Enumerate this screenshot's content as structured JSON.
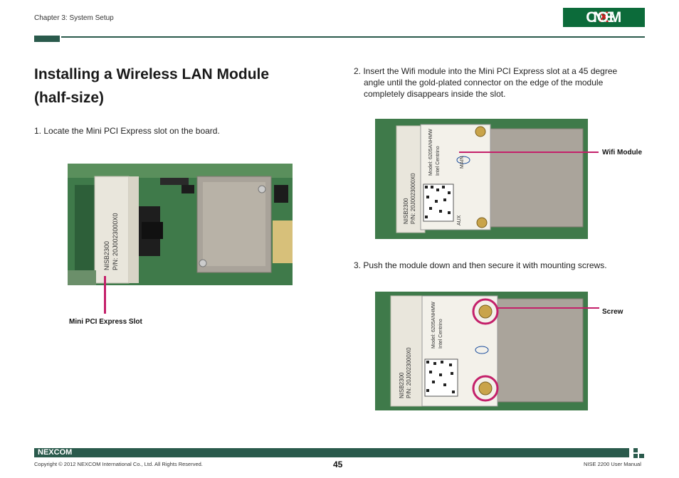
{
  "header": {
    "chapter": "Chapter 3: System Setup",
    "logo_text_left": "NE",
    "logo_text_x": "X",
    "logo_text_right": "COM"
  },
  "title": {
    "line1": "Installing a Wireless LAN Module",
    "line2": "(half-size)"
  },
  "steps": {
    "step1": "1. Locate the Mini PCI Express slot on the board.",
    "step2_line1": "2. Insert the Wifi module into the Mini PCI Express slot at a 45 degree",
    "step2_line2": "angle until the gold-plated connector on the edge of the module",
    "step2_line3": "completely disappears inside the slot.",
    "step3": "3. Push the module down and then secure it with mounting screws."
  },
  "labels": {
    "mini_pci_slot": "Mini PCI Express Slot",
    "wifi_module": "Wifi Module",
    "screw": "Screw"
  },
  "photo_text": {
    "slot_text1": "NISB2300",
    "slot_text2": "P/N: 20J0023000X0",
    "module_text1": "Model: 6205ANHMW",
    "module_text2": "Intel Centrino",
    "main": "MAIN",
    "aux": "AUX"
  },
  "footer": {
    "logo_left": "NE",
    "logo_x": "X",
    "logo_right": "COM",
    "copyright": "Copyright © 2012 NEXCOM International Co., Ltd. All Rights Reserved.",
    "page_number": "45",
    "manual": "NISE 2200 User Manual"
  },
  "colors": {
    "brand_green": "#0c6b3a",
    "bar_green": "#2a5a4c",
    "logo_red": "#c7201f",
    "callout_pink": "#c4206a"
  }
}
